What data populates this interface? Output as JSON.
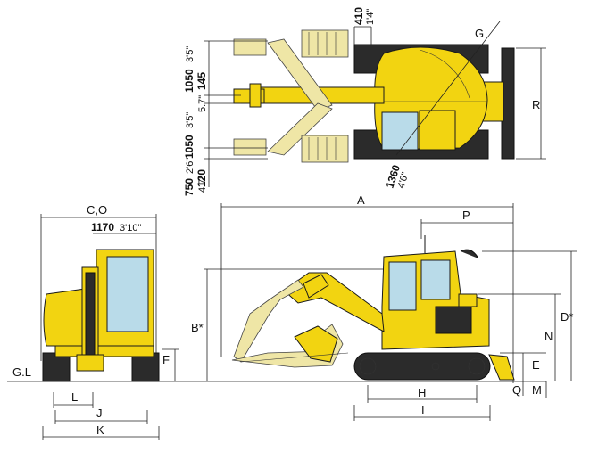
{
  "labels": {
    "A": "A",
    "B": "B*",
    "CO": "C,O",
    "D": "D*",
    "E": "E",
    "F": "F",
    "G": "G",
    "H": "H",
    "I": "I",
    "J": "J",
    "K": "K",
    "L": "L",
    "M": "M",
    "N": "N",
    "P": "P",
    "Q": "Q",
    "R": "R",
    "GL": "G.L"
  },
  "dims": {
    "d1170_mm": "1170",
    "d1170_ft": "3'10\"",
    "d410_mm": "410",
    "d410_in": "1'4\"",
    "d1050a_mm": "1050",
    "d1050a_ft": "3'5\"",
    "d145_mm": "145",
    "d145_in": "5.7\"",
    "d1050b_mm": "1050",
    "d1050b_ft": "3'5\"",
    "d750_mm": "750",
    "d750_ft": "2'6\"",
    "d120_mm": "120",
    "d120_in": "4.7\"",
    "d1360_mm": "1360",
    "d1360_ft": "4'6\""
  },
  "colors": {
    "body": "#f2d411",
    "glass": "#b9dbe9",
    "track": "#2b2b2b",
    "pale": "#efe6a6"
  }
}
